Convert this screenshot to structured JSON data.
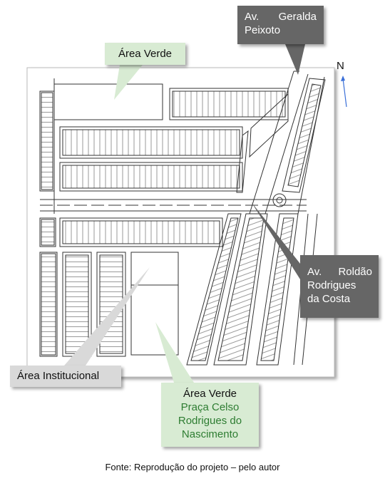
{
  "labels": {
    "geralda": [
      "Av.",
      "Geralda",
      "Peixoto"
    ],
    "roldao": [
      "Av.",
      "Roldão",
      "Rodrigues",
      "da Costa"
    ],
    "area_institucional": "Área Institucional",
    "area_verde_top": "Área Verde",
    "area_verde_bottom_title": "Área Verde",
    "area_verde_bottom_sub": "Praça Celso Rodrigues do Nascimento"
  },
  "north": "N",
  "caption": "Fonte: Reprodução do projeto – pelo autor",
  "colors": {
    "callout_dark": "#666666",
    "callout_gray": "#d9d9d9",
    "callout_green": "#d8ebd3",
    "green_text": "#2e7d32",
    "north_arrow": "#3a6fd8"
  }
}
